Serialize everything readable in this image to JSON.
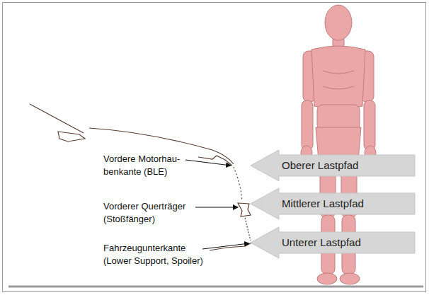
{
  "diagram": {
    "nodes": [
      {
        "text": [
          "Oberer Lastpfad"
        ]
      },
      {
        "text": [
          "Mittlerer Lastpfad"
        ]
      },
      {
        "text": [
          "Unterer Lastpfad"
        ]
      }
    ],
    "labels": [
      "Vordere Motorhau- benkante (BLE)",
      "Vorderer Querträger (Stoßfänger)",
      "Fahrzeugunterkante (Lower Support, Spoiler)"
    ]
  }
}
